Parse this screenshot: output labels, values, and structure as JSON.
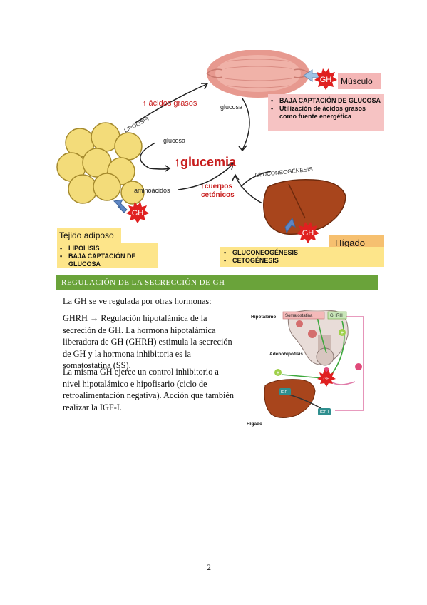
{
  "figure_top": {
    "labels": {
      "acidos_grasos": "↑ ácidos grasos",
      "lipolisis": "LIPÓLISIS",
      "glucosa_muscle": "glucosa",
      "glucosa_adipose": "glucosa",
      "glucemia": "↑glucemia",
      "aminoacidos": "aminoácidos",
      "cuerpos_cetonicos": "↑cuerpos\ncetónicos",
      "gluconeogenesis_arc": "GLUCONEOGÉNESIS",
      "gh": "GH"
    },
    "musculo": {
      "title": "Músculo",
      "items": [
        "BAJA CAPTACIÓN DE GLUCOSA",
        "Utilización de ácidos grasos como fuente energética"
      ]
    },
    "adiposo": {
      "title": "Tejido adiposo",
      "items": [
        "LIPOLISIS",
        "BAJA CAPTACIÓN DE GLUCOSA"
      ]
    },
    "higado": {
      "title": "Hígado",
      "items": [
        "GLUCONEOGÉNESIS",
        "CETOGÉNESIS"
      ]
    }
  },
  "section": {
    "heading": "REGULACIÓN DE LA SECRECCIÓN DE GH",
    "paragraphs": [
      "La GH se ve regulada por otras hormonas:",
      "GHRH → Regulación hipotalámica de la secreción de GH. La hormona hipotalámica liberadora de GH (GHRH) estimula la secreción de GH y la hormona inhibitoria es la somatostatina (SS).",
      "La misma GH ejerce un control inhibitorio a nivel hipotalámico e hipofisario (ciclo de retroalimentación negativa). Acción que también realizar la IGF-I."
    ]
  },
  "figure_bottom": {
    "hipotalamo": "Hipotálamo",
    "somatostatina": "Somatostatina",
    "ghrh": "GHRH",
    "adenohipofisis": "Adenohipófisis",
    "gh": "GH",
    "igf1": "IGF-I",
    "igf1_b": "IGF-I",
    "higado": "Hígado",
    "plus": "+",
    "minus": "−"
  },
  "page_number": "2",
  "colors": {
    "section_green": "#6aa33a",
    "gh_red": "#e02020",
    "liver_brown": "#a8451c",
    "fat_yellow": "#f3dc7a"
  }
}
